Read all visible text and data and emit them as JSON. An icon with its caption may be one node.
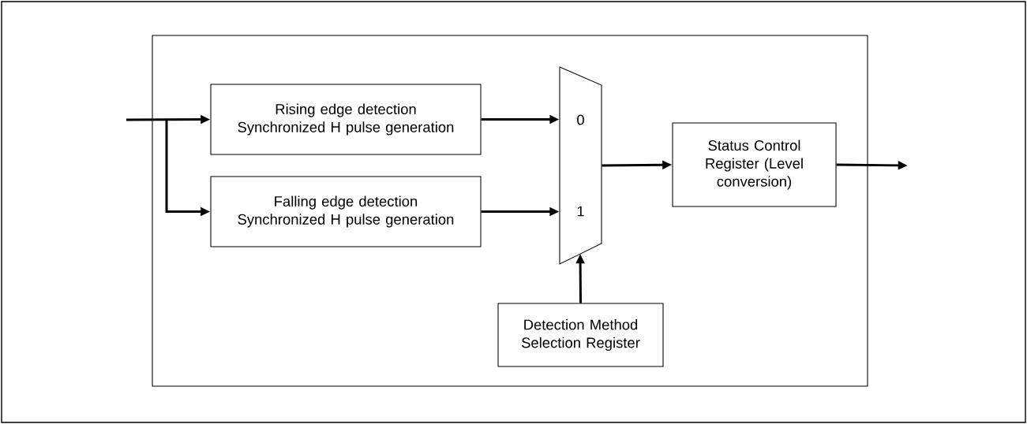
{
  "diagram": {
    "nodes": [
      {
        "text": [],
        "shape": "box"
      },
      {
        "text": [
          "Rising edge detection Synchronized H pulse generation"
        ],
        "in": 0
      },
      {
        "text": [
          "Falling edge detection Synchronized H pulse generation"
        ],
        "in": 0
      },
      {
        "text": [
          "0",
          "1"
        ],
        "in": 0
      },
      {
        "text": [
          "Status Control Register (Level conversion)"
        ],
        "in": 0
      },
      {
        "text": [
          "Detection Method Selection Register"
        ],
        "in": 0
      }
    ],
    "edges": [
      {
        "from": null,
        "to": 1,
        "arrow": "to"
      },
      {
        "from": null,
        "to": 2,
        "arrow": "to"
      },
      {
        "from": 1,
        "to": 3,
        "arrow": "to"
      },
      {
        "from": 2,
        "to": 3,
        "arrow": "to"
      },
      {
        "from": 5,
        "to": 3,
        "arrow": "to"
      },
      {
        "from": 3,
        "to": 4,
        "arrow": "to"
      },
      {
        "from": 4,
        "to": null,
        "arrow": "to"
      }
    ]
  }
}
